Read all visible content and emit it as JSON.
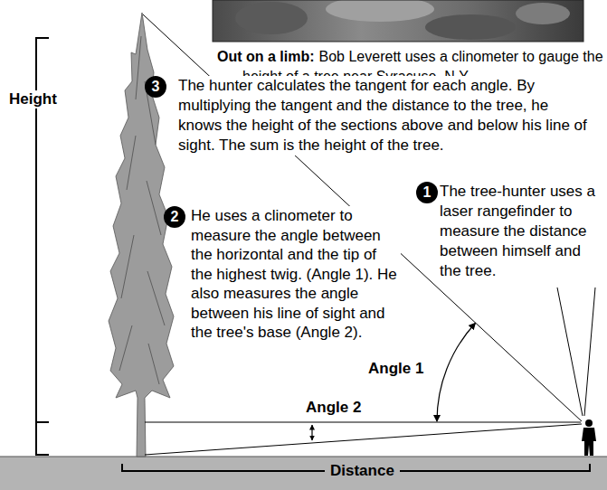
{
  "diagram": {
    "caption": "Bob Leverett uses a clinometer to gauge the height of a tree near Syracuse, N.Y.",
    "nodes": [
      {
        "text": [
          "1",
          "The tree-hunter uses a laser rangefinder to measure the distance between himself and the tree."
        ]
      },
      {
        "text": [
          "2",
          "He uses a clinometer to measure the angle between the horizontal and the tip of the highest twig. (Angle 1). He also measures the angle between his line of sight and the tree's base (Angle 2)."
        ]
      },
      {
        "text": [
          "3",
          "The hunter calculates the tangent for each angle. By multiplying the tangent and the distance to the tree, he knows the height of the sections above and below his line of sight. The sum is the height of the tree."
        ]
      }
    ],
    "labels": [
      "Out on a limb:",
      "Height",
      "Angle 1",
      "Angle 2",
      "Distance"
    ]
  }
}
